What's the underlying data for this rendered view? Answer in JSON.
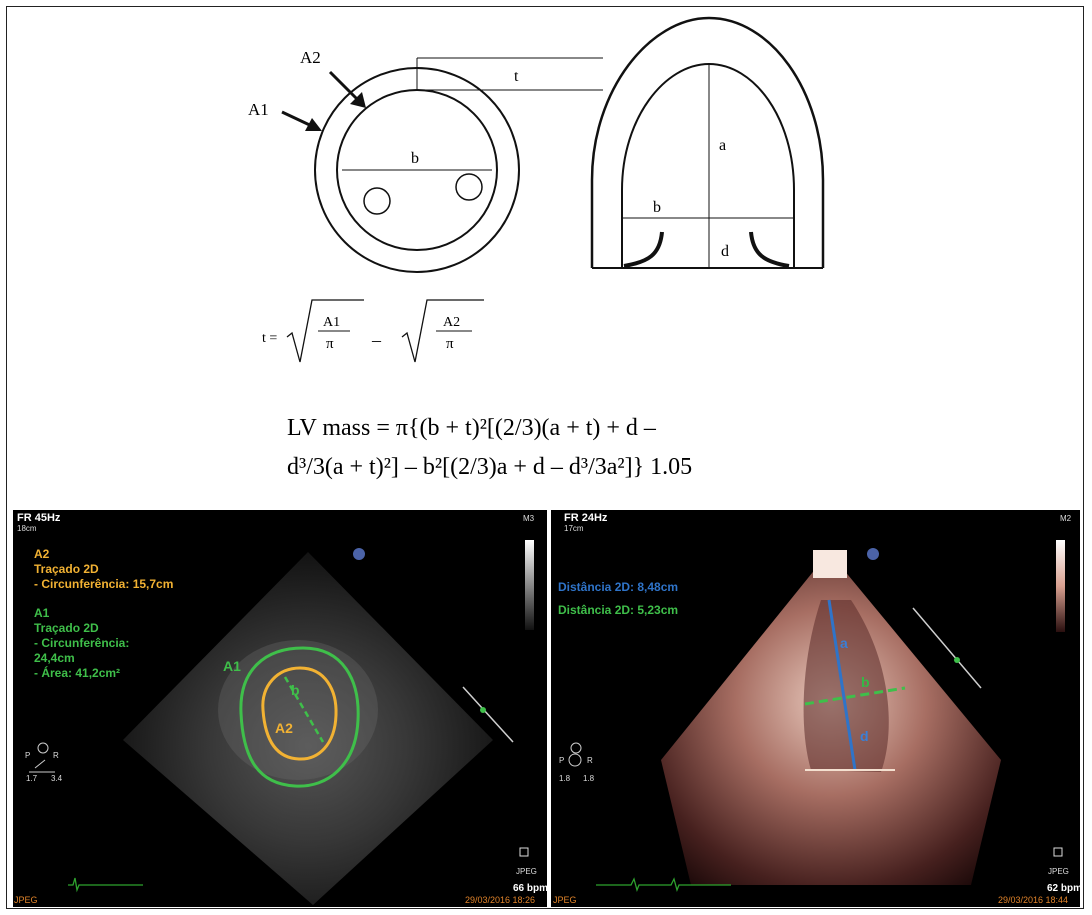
{
  "diagram": {
    "labels": {
      "A1": "A1",
      "A2": "A2",
      "t": "t",
      "b_short": "b",
      "b_long": "b",
      "a": "a",
      "d": "d"
    },
    "formula_t": {
      "lhs": "t =",
      "num1": "A1",
      "den1": "π",
      "minus": "–",
      "num2": "A2",
      "den2": "π"
    },
    "formula_mass": {
      "line1": "LV  mass = π{(b + t)²[(2/3)(a + t) + d –",
      "line2": "d³/3(a + t)²] – b²[(2/3)a + d – d³/3a²]} 1.05"
    }
  },
  "echo_left": {
    "fr": "FR 45Hz",
    "depth": "18cm",
    "mode": "M3",
    "a2_title": "A2",
    "a2_trace": "Traçado 2D",
    "a2_circ": "- Circunferência: 15,7cm",
    "a1_title": "A1",
    "a1_trace": "Traçado 2D",
    "a1_circ_label": "- Circunferência:",
    "a1_circ_value": "24,4cm",
    "a1_area": "- Área: 41,2cm²",
    "overlay_a1": "A1",
    "overlay_a2": "A2",
    "overlay_b": "b",
    "probe_p": "P",
    "probe_r": "R",
    "probe_v1": "1.7",
    "probe_v2": "3.4",
    "format": "JPEG",
    "bpm": "66 bpm",
    "datetime": "29/03/2016 18:26",
    "footer_jpeg": "JPEG"
  },
  "echo_right": {
    "fr": "FR 24Hz",
    "depth": "17cm",
    "mode": "M2",
    "dist_blue": "Distância 2D: 8,48cm",
    "dist_green": "Distância 2D: 5,23cm",
    "overlay_a": "a",
    "overlay_b": "b",
    "overlay_d": "d",
    "probe_p": "P",
    "probe_r": "R",
    "probe_v1": "1.8",
    "probe_v2": "1.8",
    "format": "JPEG",
    "bpm": "62 bpm",
    "datetime": "29/03/2016 18:44",
    "footer_jpeg": "JPEG"
  },
  "colors": {
    "trace_yellow": "#f2b233",
    "trace_green": "#3fbf4a",
    "trace_blue": "#2f74c9",
    "timestamp_orange": "#e0832a"
  }
}
